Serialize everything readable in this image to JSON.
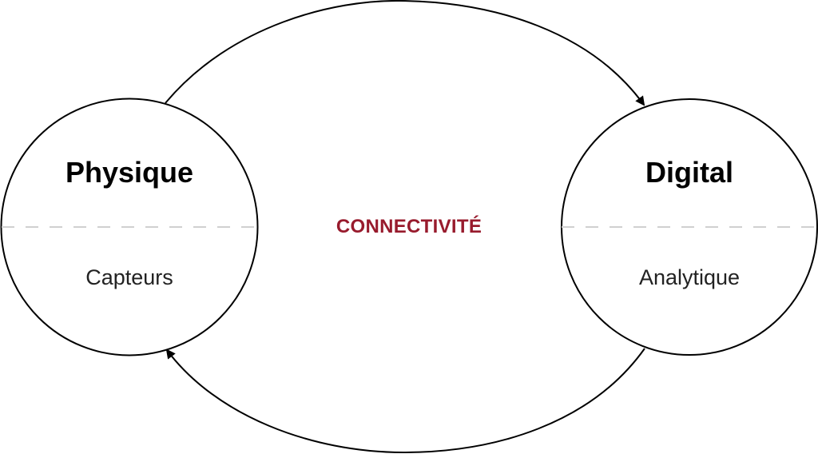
{
  "diagram": {
    "left_node": {
      "title": "Physique",
      "subtitle": "Capteurs"
    },
    "right_node": {
      "title": "Digital",
      "subtitle": "Analytique"
    },
    "center_label": "CONNECTIVITÉ",
    "colors": {
      "accent": "#981b2d",
      "stroke": "#000000",
      "divider": "#d0d0d0",
      "background": "#ffffff"
    },
    "edges": [
      {
        "from": "Physique",
        "to": "Digital",
        "path": "top-arc"
      },
      {
        "from": "Digital",
        "to": "Physique",
        "path": "bottom-arc"
      }
    ]
  }
}
